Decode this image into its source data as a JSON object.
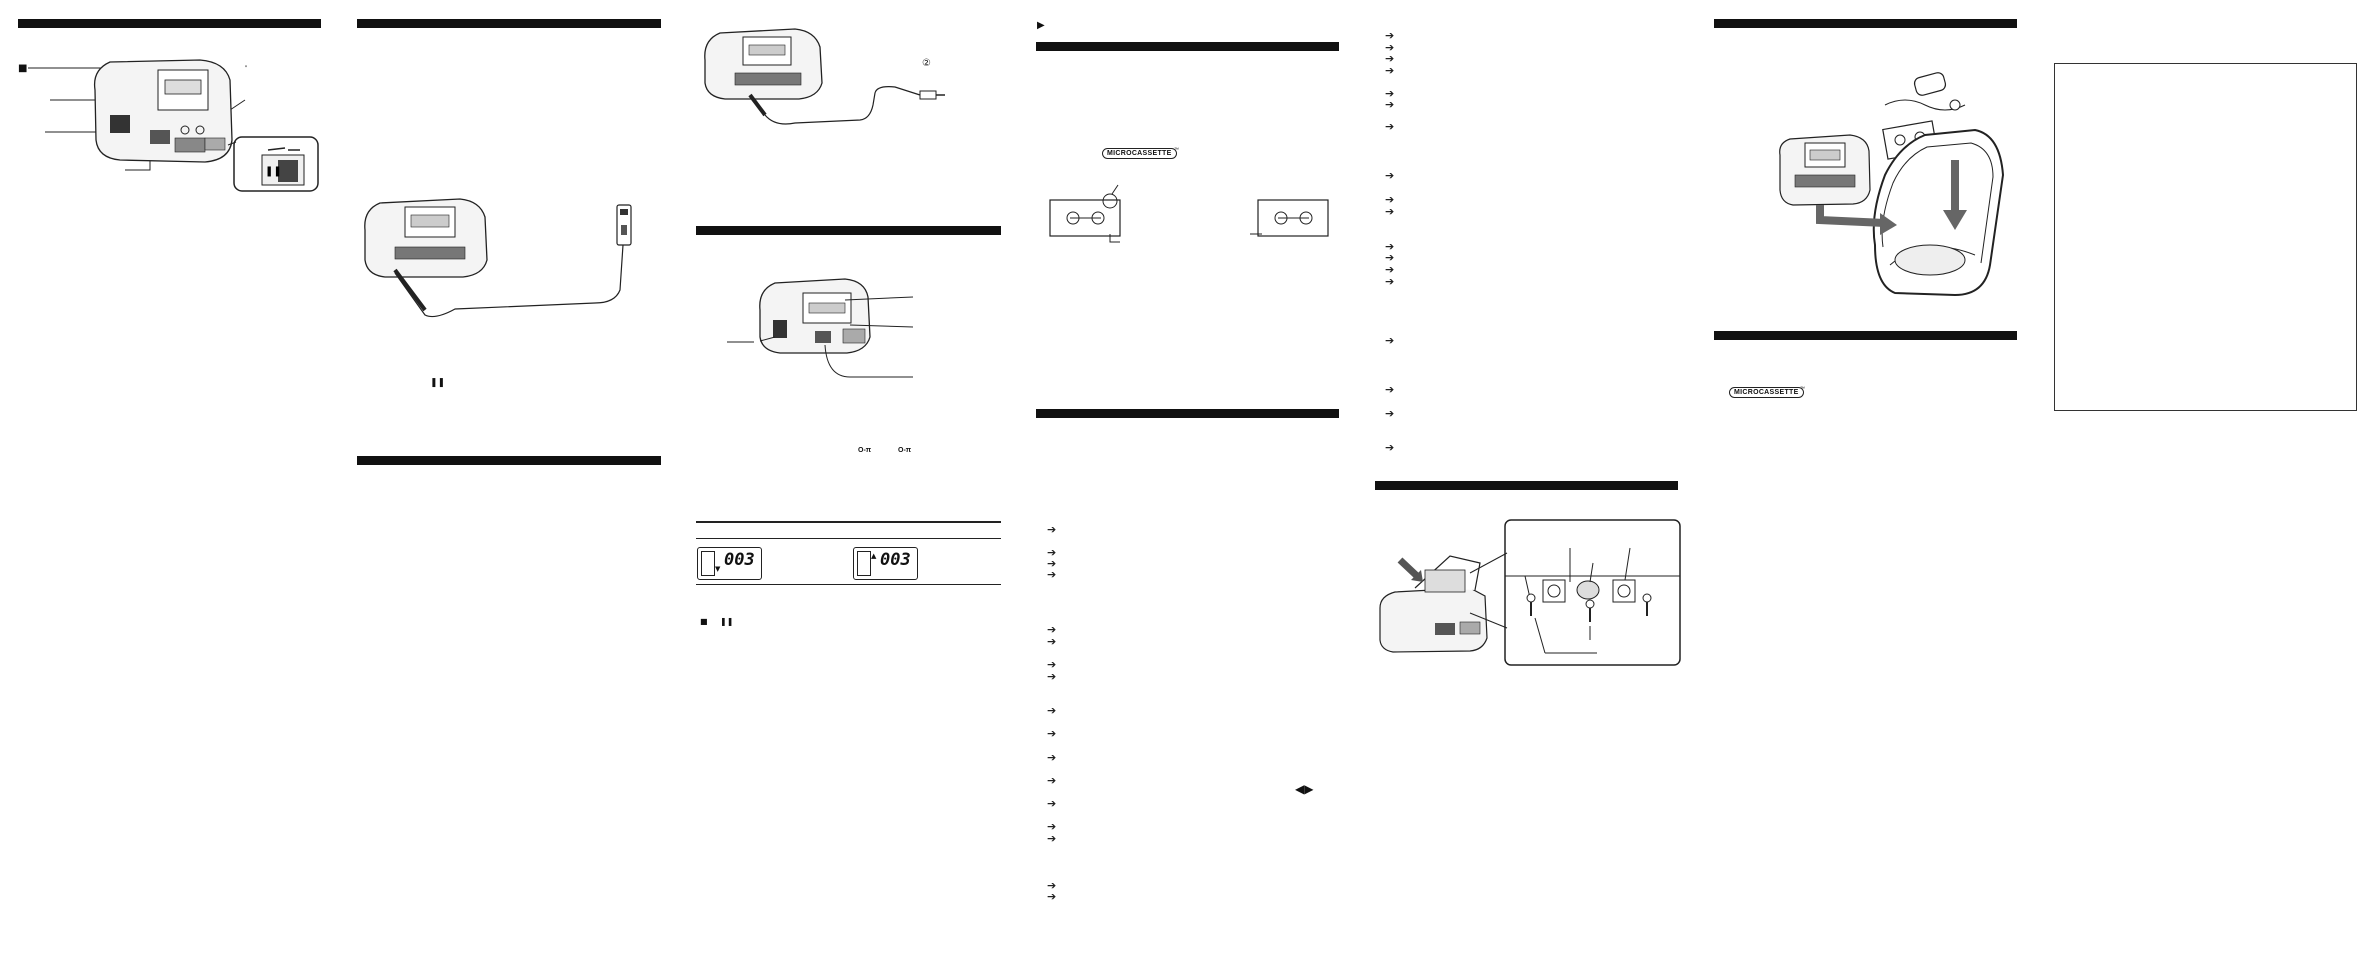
{
  "page": {
    "title": "",
    "background": "#ffffff",
    "ink_color": "#111111"
  },
  "symbols": {
    "stop": "■",
    "pause": "❚❚",
    "play": "▶",
    "rewind_ff": "◀▶",
    "arrow": "➔",
    "circled_2": "②",
    "key_hold_on": "O-π",
    "key_hold_off": "O-π"
  },
  "logos": {
    "microcassette": "MICROCASSETTE",
    "tm": "™"
  },
  "counter_displays": [
    {
      "value": "003",
      "indicator": "▼"
    },
    {
      "value": "003",
      "indicator": "▲"
    }
  ],
  "icons": [
    "recorder-illustration-icon",
    "headphone-cable-icon",
    "remote-mic-icon",
    "cassette-diagram-icon",
    "carrying-case-icon",
    "cleaning-diagram-icon"
  ]
}
